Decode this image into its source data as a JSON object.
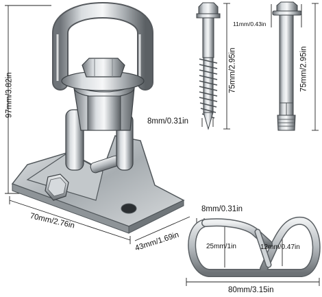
{
  "dimensions": {
    "swivel_height": "97mm/3.82in",
    "base_length": "70mm/2.76in",
    "base_width": "43mm/1.69in",
    "screw_diameter": "8mm/0.31in",
    "screw_length": "75mm/2.95in",
    "bolt_head_width": "11mm/0.43in",
    "bolt_length": "75mm/2.95in",
    "carabiner_wire": "8mm/0.31in",
    "carabiner_inner_height": "25mm/1in",
    "carabiner_gate_opening": "12mm/0.47in",
    "carabiner_length": "80mm/3.15in"
  }
}
